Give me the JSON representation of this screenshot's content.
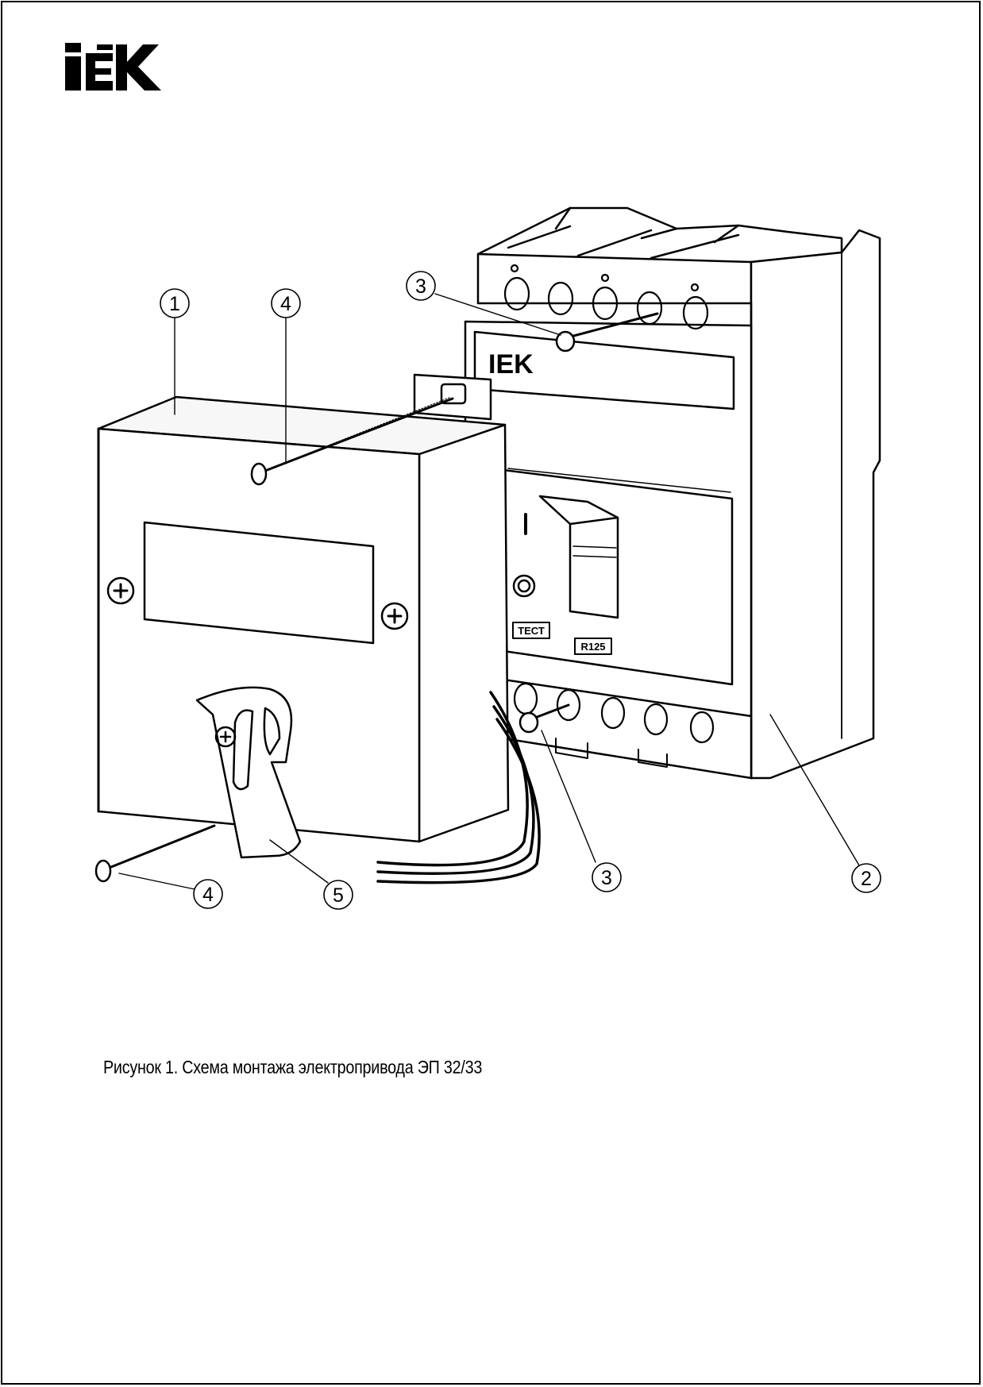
{
  "brand": {
    "logo_text": "IEK"
  },
  "callouts": {
    "c1": "1",
    "c4_top": "4",
    "c3_top": "3",
    "c4_bottom": "4",
    "c5": "5",
    "c3_bottom": "3",
    "c2": "2"
  },
  "device_labels": {
    "brand": "IEK",
    "pos_on": "I",
    "test": "ТЕСТ",
    "model": "R125"
  },
  "caption": "Рисунок 1. Схема монтажа электропривода ЭП 32/33",
  "colors": {
    "ink": "#000000",
    "paper": "#ffffff",
    "shade": "#f2f2f2"
  }
}
